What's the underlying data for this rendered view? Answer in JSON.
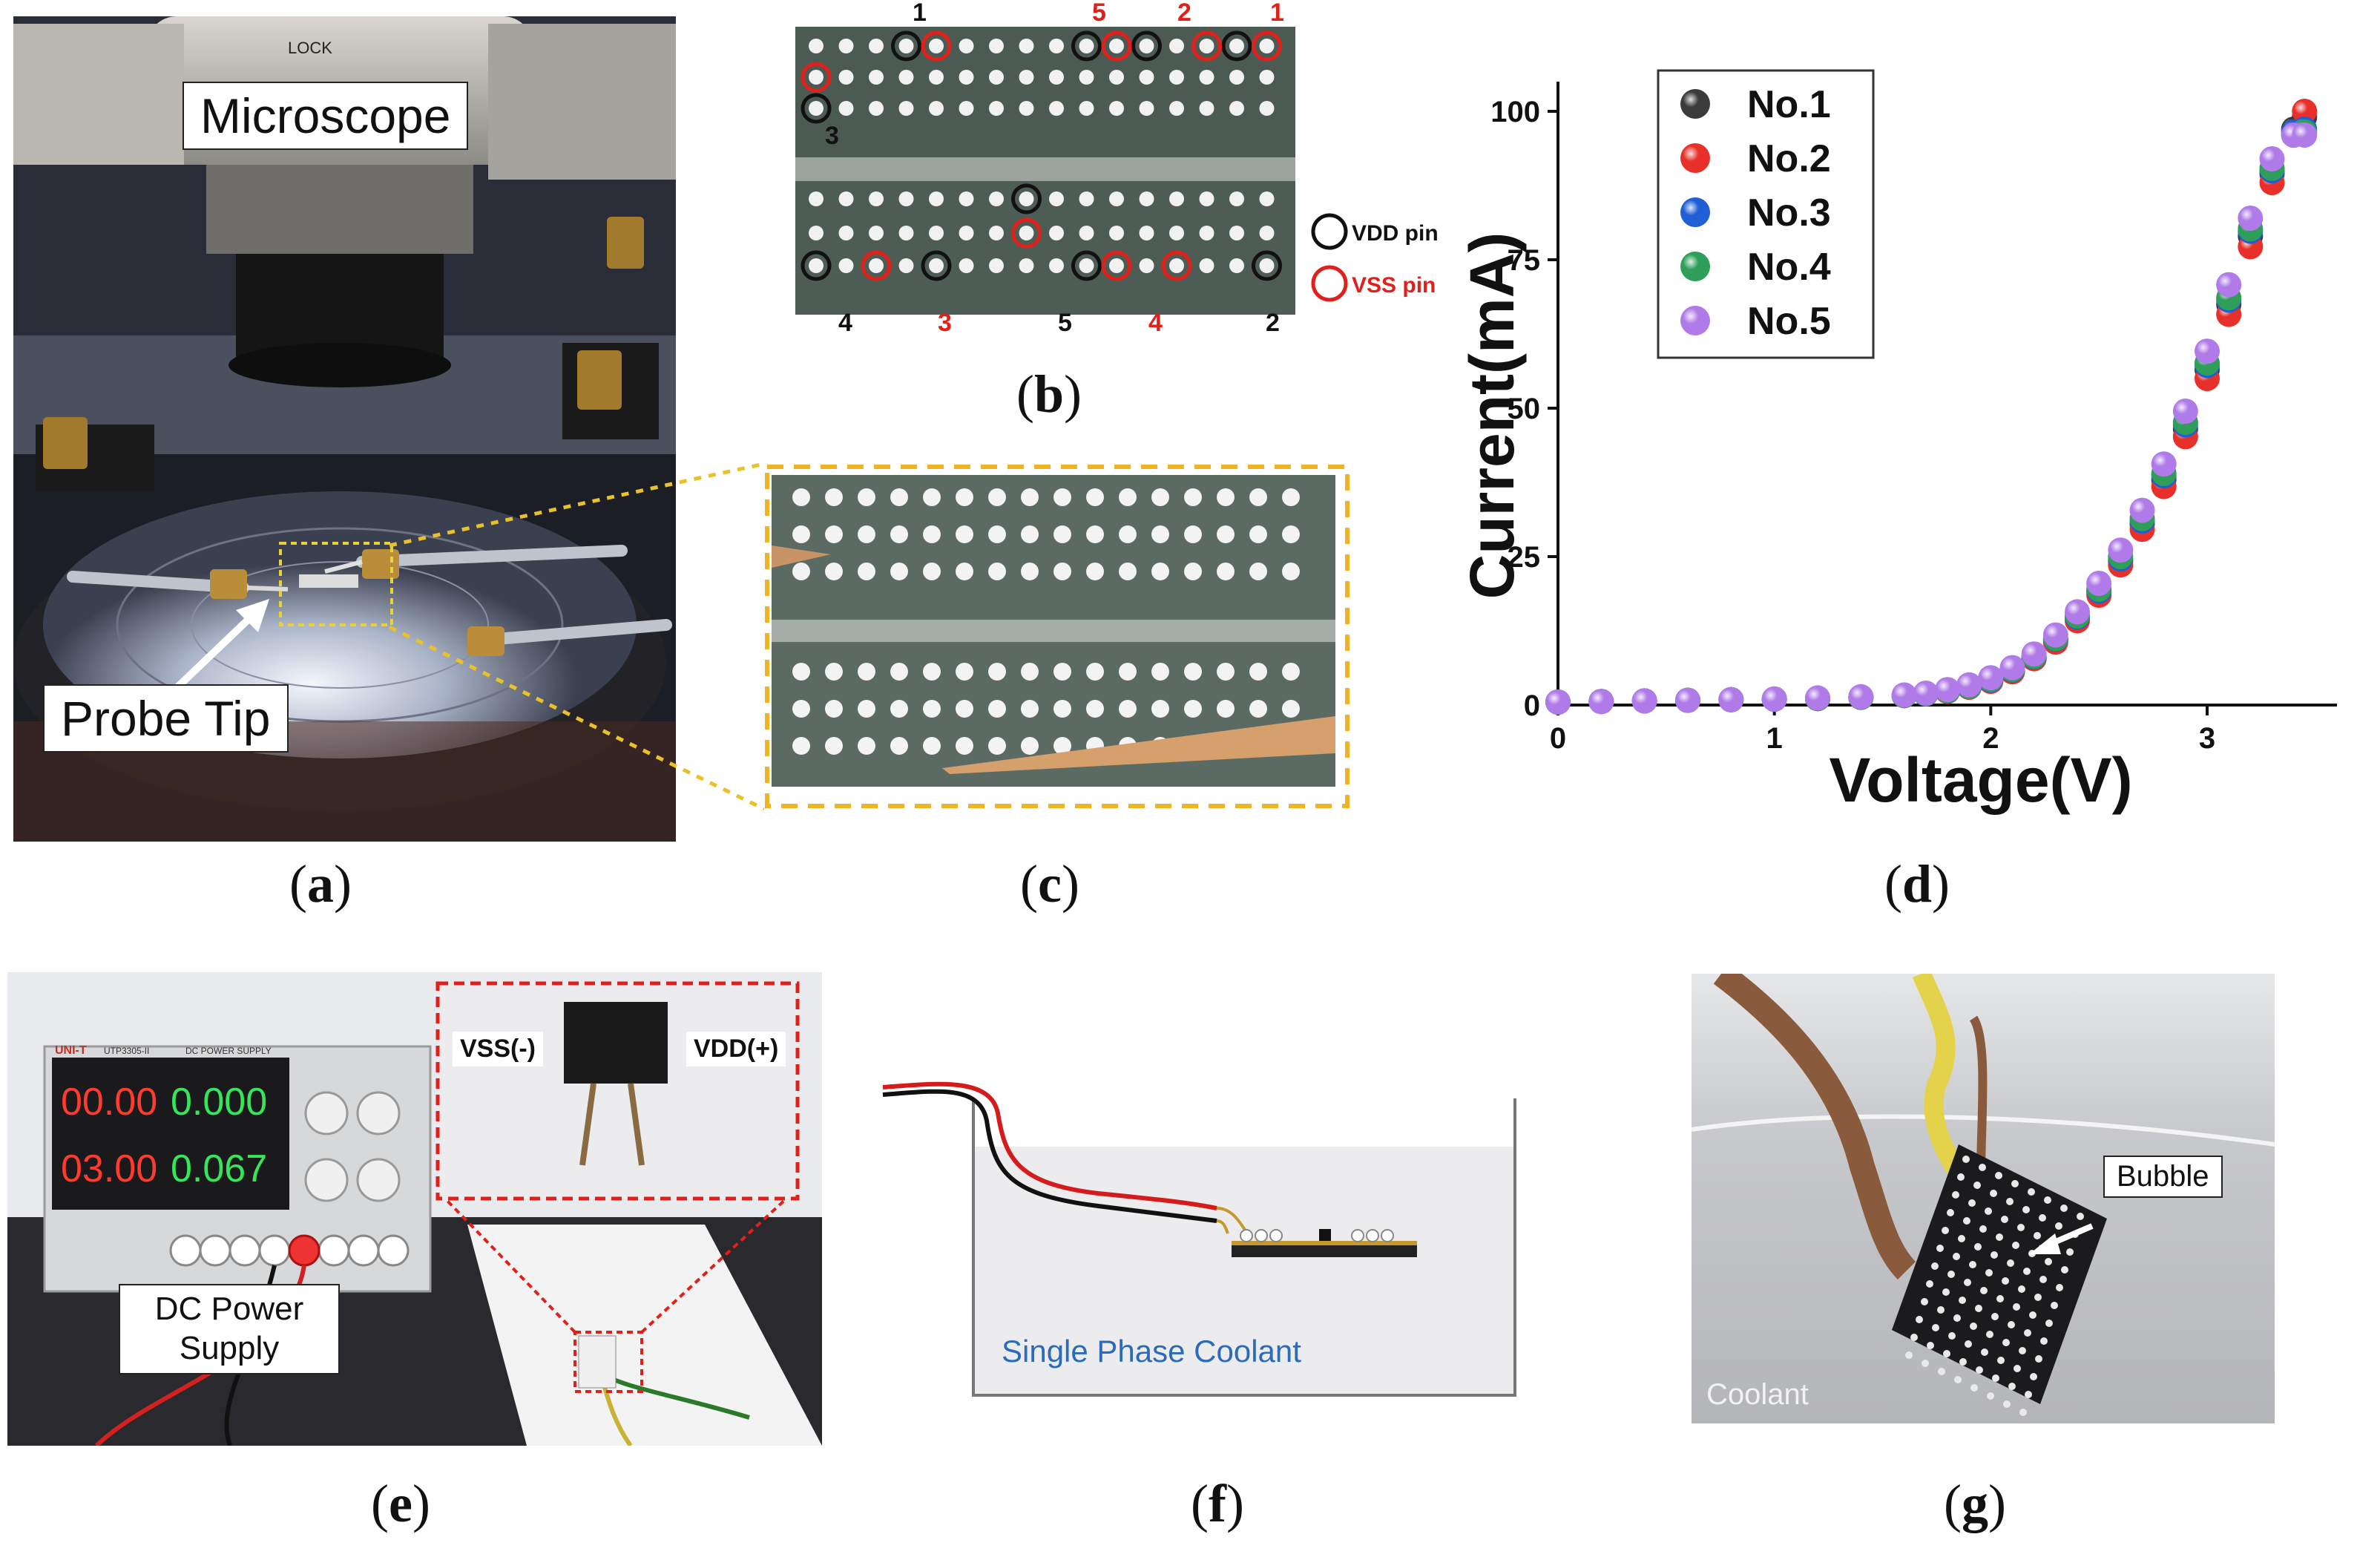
{
  "panel_labels": [
    "a",
    "b",
    "c",
    "d",
    "e",
    "f",
    "g"
  ],
  "panel_a": {
    "microscope_label": "Microscope",
    "probe_tip_label": "Probe Tip",
    "lock_text": "LOCK"
  },
  "panel_b": {
    "black_numbers": [
      "1",
      "3",
      "4",
      "5",
      "2"
    ],
    "red_numbers": [
      "5",
      "2",
      "1",
      "3",
      "4"
    ],
    "legend_vdd": "VDD pin",
    "legend_vss": "VSS pin",
    "vdd_color": "#111111",
    "vss_color": "#e0201b"
  },
  "panel_e": {
    "dc_power_label": "DC Power Supply",
    "vss_label": "VSS(-)",
    "vdd_label": "VDD(+)",
    "ch1_voltage": "00.00",
    "ch1_current": "0.000",
    "ch2_voltage": "03.00",
    "ch2_current": "0.067",
    "brand": "UNI-T",
    "model": "UTP3305-II",
    "device_title": "DC POWER SUPPLY"
  },
  "panel_f": {
    "coolant_label": "Single Phase Coolant"
  },
  "panel_g": {
    "bubble_label": "Bubble",
    "coolant_label": "Coolant"
  },
  "chart_data": {
    "type": "scatter",
    "xlabel": "Voltage(V)",
    "ylabel": "Current(mA)",
    "xlim": [
      0,
      3.6
    ],
    "ylim": [
      0,
      105
    ],
    "xticks": [
      0,
      1,
      2,
      3
    ],
    "yticks": [
      0,
      25,
      50,
      75,
      100
    ],
    "legend_position": "top-left",
    "grid": false,
    "x": [
      0.0,
      0.2,
      0.4,
      0.6,
      0.8,
      1.0,
      1.2,
      1.4,
      1.6,
      1.7,
      1.8,
      1.9,
      2.0,
      2.1,
      2.2,
      2.3,
      2.4,
      2.5,
      2.6,
      2.7,
      2.8,
      2.9,
      3.0,
      3.1,
      3.2,
      3.3,
      3.4,
      3.45
    ],
    "series": [
      {
        "name": "No.1",
        "color": "#3b3b3b",
        "values": [
          0.5,
          0.6,
          0.7,
          0.8,
          0.9,
          1.0,
          1.1,
          1.3,
          1.6,
          1.9,
          2.4,
          3.1,
          4.2,
          5.8,
          8.0,
          11.0,
          14.6,
          19.0,
          24.2,
          30.5,
          38.0,
          46.5,
          56.5,
          67.5,
          79.0,
          89.5,
          97.0,
          99.0
        ]
      },
      {
        "name": "No.2",
        "color": "#e8302a",
        "values": [
          0.5,
          0.6,
          0.7,
          0.8,
          0.9,
          1.0,
          1.1,
          1.3,
          1.6,
          1.9,
          2.3,
          3.0,
          4.0,
          5.6,
          7.8,
          10.6,
          14.2,
          18.5,
          23.6,
          29.6,
          36.8,
          45.2,
          55.0,
          65.8,
          77.2,
          88.0,
          96.0,
          100.0
        ]
      },
      {
        "name": "No.3",
        "color": "#1f5fd6",
        "values": [
          0.5,
          0.6,
          0.7,
          0.8,
          0.9,
          1.0,
          1.1,
          1.3,
          1.6,
          1.9,
          2.4,
          3.1,
          4.2,
          5.9,
          8.1,
          11.1,
          14.8,
          19.2,
          24.6,
          31.0,
          38.6,
          47.2,
          57.2,
          68.2,
          79.8,
          90.0,
          96.5,
          97.0
        ]
      },
      {
        "name": "No.4",
        "color": "#2e9e5a",
        "values": [
          0.5,
          0.6,
          0.7,
          0.8,
          0.9,
          1.0,
          1.1,
          1.3,
          1.6,
          1.9,
          2.4,
          3.1,
          4.3,
          6.0,
          8.2,
          11.2,
          15.0,
          19.5,
          25.0,
          31.4,
          39.0,
          47.6,
          57.6,
          68.6,
          80.2,
          90.4,
          96.0,
          96.5
        ]
      },
      {
        "name": "No.5",
        "color": "#b07be8",
        "values": [
          0.5,
          0.6,
          0.7,
          0.8,
          0.9,
          1.0,
          1.2,
          1.4,
          1.7,
          2.0,
          2.6,
          3.4,
          4.6,
          6.3,
          8.6,
          11.8,
          15.7,
          20.5,
          26.1,
          32.8,
          40.6,
          49.5,
          59.6,
          70.8,
          82.0,
          92.0,
          96.0,
          96.0
        ]
      }
    ]
  }
}
